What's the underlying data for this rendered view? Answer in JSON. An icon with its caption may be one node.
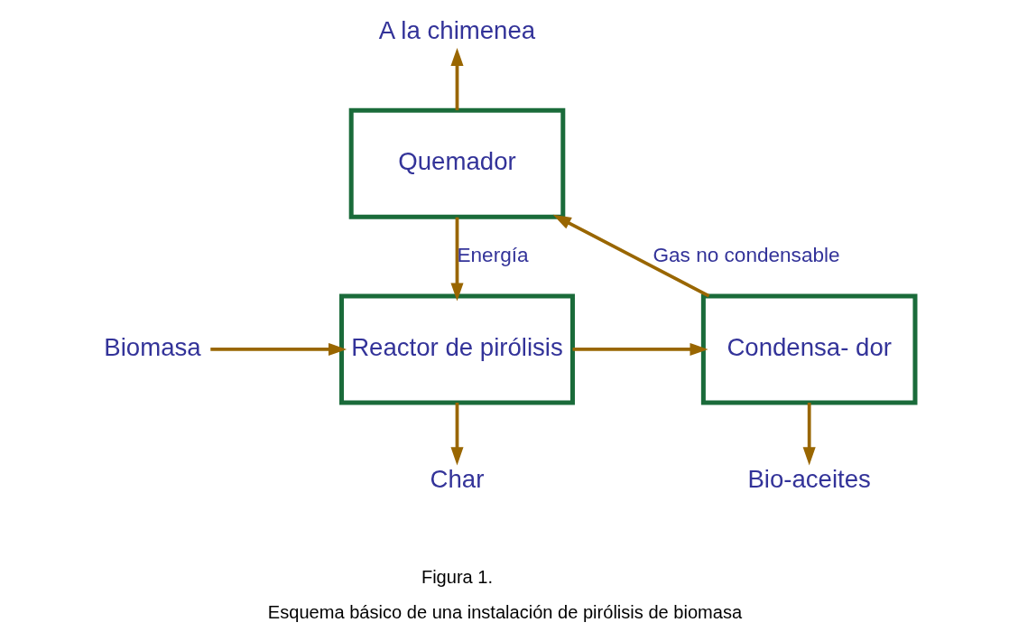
{
  "diagram": {
    "caption": "Esquema básico de una instalación de pirólisis de biomasa",
    "nodes": [
      {
        "text": [
          "A la chimenea"
        ]
      },
      {
        "text": [
          "Quemador"
        ]
      },
      {
        "text": [
          "Biomasa"
        ]
      },
      {
        "text": [
          "Reactor de pirólisis"
        ]
      },
      {
        "text": [
          "Condensa- dor"
        ]
      },
      {
        "text": [
          "Char"
        ]
      },
      {
        "text": [
          "Bio-aceites"
        ]
      }
    ],
    "edges": [
      {
        "from": 1,
        "to": 0,
        "arrow": "to"
      },
      {
        "from": 1,
        "to": 3,
        "arrow": "to",
        "label": "Energía"
      },
      {
        "from": 2,
        "to": 3,
        "arrow": "to"
      },
      {
        "from": 3,
        "to": 4,
        "arrow": "to"
      },
      {
        "from": 3,
        "to": 5,
        "arrow": "to"
      },
      {
        "from": 4,
        "to": 1,
        "arrow": "to",
        "label": "Gas no condensable"
      },
      {
        "from": 4,
        "to": 6,
        "arrow": "to"
      }
    ],
    "labels": [
      "Figura 1."
    ]
  }
}
